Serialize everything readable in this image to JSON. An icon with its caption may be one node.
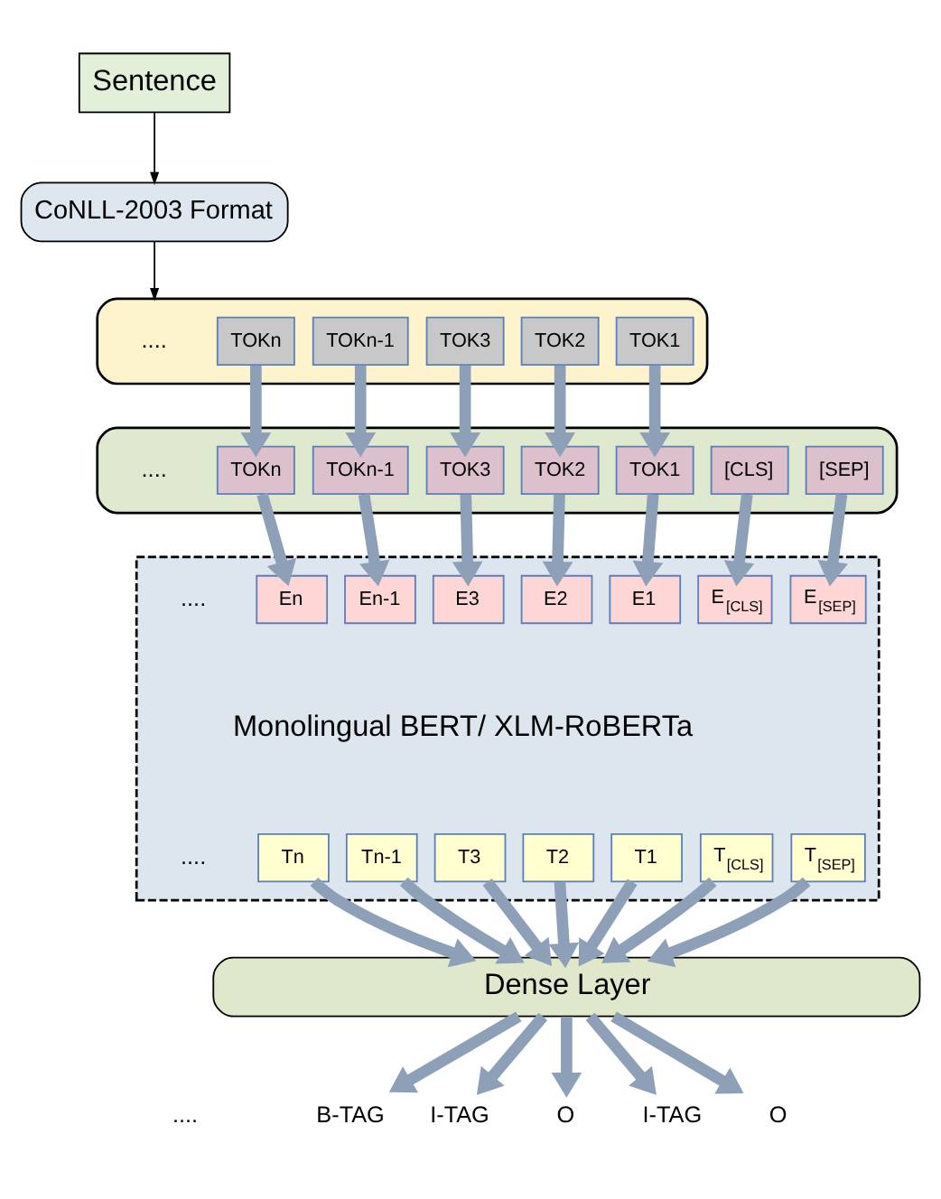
{
  "diagram": {
    "nodes": [
      {
        "text": [
          "Sentence"
        ]
      },
      {
        "text": [
          "CoNLL-2003 Format"
        ]
      },
      {
        "text": [],
        "shape": "box"
      },
      {
        "text": [
          "TOK1"
        ],
        "in": 2
      },
      {
        "text": [
          "TOK2"
        ],
        "in": 2
      },
      {
        "text": [
          "TOK3"
        ],
        "in": 2
      },
      {
        "text": [
          "...."
        ],
        "in": 2
      },
      {
        "text": [
          "TOKn-1"
        ],
        "in": 2
      },
      {
        "text": [
          "TOKn"
        ],
        "in": 2
      },
      {
        "text": [],
        "shape": "box"
      },
      {
        "text": [
          "[CLS]"
        ],
        "in": 9
      },
      {
        "text": [
          "TOK1"
        ],
        "in": 9
      },
      {
        "text": [
          "TOK2"
        ],
        "in": 9
      },
      {
        "text": [
          "TOK3"
        ],
        "in": 9
      },
      {
        "text": [
          "...."
        ],
        "in": 9
      },
      {
        "text": [
          "TOKn-1"
        ],
        "in": 9
      },
      {
        "text": [
          "TOKn"
        ],
        "in": 9
      },
      {
        "text": [
          "[SEP]"
        ],
        "in": 9
      },
      {
        "text": [
          "Monolingual BERT/ XLM-RoBERTa"
        ]
      },
      {
        "text": [
          "E$_{[CLS]}$"
        ],
        "in": 18
      },
      {
        "text": [
          "E1"
        ],
        "in": 18
      },
      {
        "text": [
          "E2"
        ],
        "in": 18
      },
      {
        "text": [
          "E3"
        ],
        "in": 18
      },
      {
        "text": [
          "...."
        ],
        "in": 18
      },
      {
        "text": [
          "En-1"
        ],
        "in": 18
      },
      {
        "text": [
          "En"
        ],
        "in": 18
      },
      {
        "text": [
          "E$_{[SEP]}$"
        ],
        "in": 18
      },
      {
        "text": [
          "T$_{[CLS]}$"
        ],
        "in": 18
      },
      {
        "text": [
          "T1"
        ],
        "in": 18
      },
      {
        "text": [
          "T2"
        ],
        "in": 18
      },
      {
        "text": [
          "T3"
        ],
        "in": 18
      },
      {
        "text": [
          "...."
        ],
        "in": 18
      },
      {
        "text": [
          "Tn-1"
        ],
        "in": 18
      },
      {
        "text": [
          "Tn"
        ],
        "in": 18
      },
      {
        "text": [
          "T$_{[SEP]}$"
        ],
        "in": 18
      },
      {
        "text": [
          "Dense Layer"
        ]
      },
      {
        "text": [
          "B-TAG"
        ]
      },
      {
        "text": [
          "I-TAG"
        ]
      },
      {
        "text": [
          "O"
        ]
      },
      {
        "text": [
          "...."
        ]
      },
      {
        "text": [
          "I-TAG"
        ]
      },
      {
        "text": [
          "O"
        ]
      }
    ],
    "edges": [
      {
        "from": 0,
        "to": 1,
        "arrow": "to",
        "color": "#000000"
      },
      {
        "from": 1,
        "to": 2,
        "arrow": "to",
        "color": "#000000"
      },
      {
        "from": 3,
        "to": 11,
        "arrow": "to"
      },
      {
        "from": 4,
        "to": 12,
        "arrow": "to"
      },
      {
        "from": 5,
        "to": 13,
        "arrow": "to"
      },
      {
        "from": 7,
        "to": 15,
        "arrow": "to"
      },
      {
        "from": 8,
        "to": 16,
        "arrow": "to"
      },
      {
        "from": 10,
        "to": 19,
        "arrow": "to"
      },
      {
        "from": 11,
        "to": 20,
        "arrow": "to"
      },
      {
        "from": 12,
        "to": 21,
        "arrow": "to"
      },
      {
        "from": 13,
        "to": 22,
        "arrow": "to"
      },
      {
        "from": 15,
        "to": 24,
        "arrow": "to"
      },
      {
        "from": 16,
        "to": 25,
        "arrow": "to"
      },
      {
        "from": 17,
        "to": 26,
        "arrow": "to"
      },
      {
        "from": 27,
        "to": 35,
        "arrow": "to"
      },
      {
        "from": 28,
        "to": 35,
        "arrow": "to"
      },
      {
        "from": 29,
        "to": 35,
        "arrow": "to"
      },
      {
        "from": 30,
        "to": 35,
        "arrow": "to"
      },
      {
        "from": 32,
        "to": 35,
        "arrow": "to"
      },
      {
        "from": 33,
        "to": 35,
        "arrow": "to"
      },
      {
        "from": 34,
        "to": 35,
        "arrow": "to"
      },
      {
        "from": 35,
        "to": 36,
        "arrow": "to"
      },
      {
        "from": 35,
        "to": 37,
        "arrow": "to"
      },
      {
        "from": 35,
        "to": 38,
        "arrow": "to"
      },
      {
        "from": 35,
        "to": 40,
        "arrow": "to"
      },
      {
        "from": 35,
        "to": 41,
        "arrow": "to"
      }
    ]
  }
}
